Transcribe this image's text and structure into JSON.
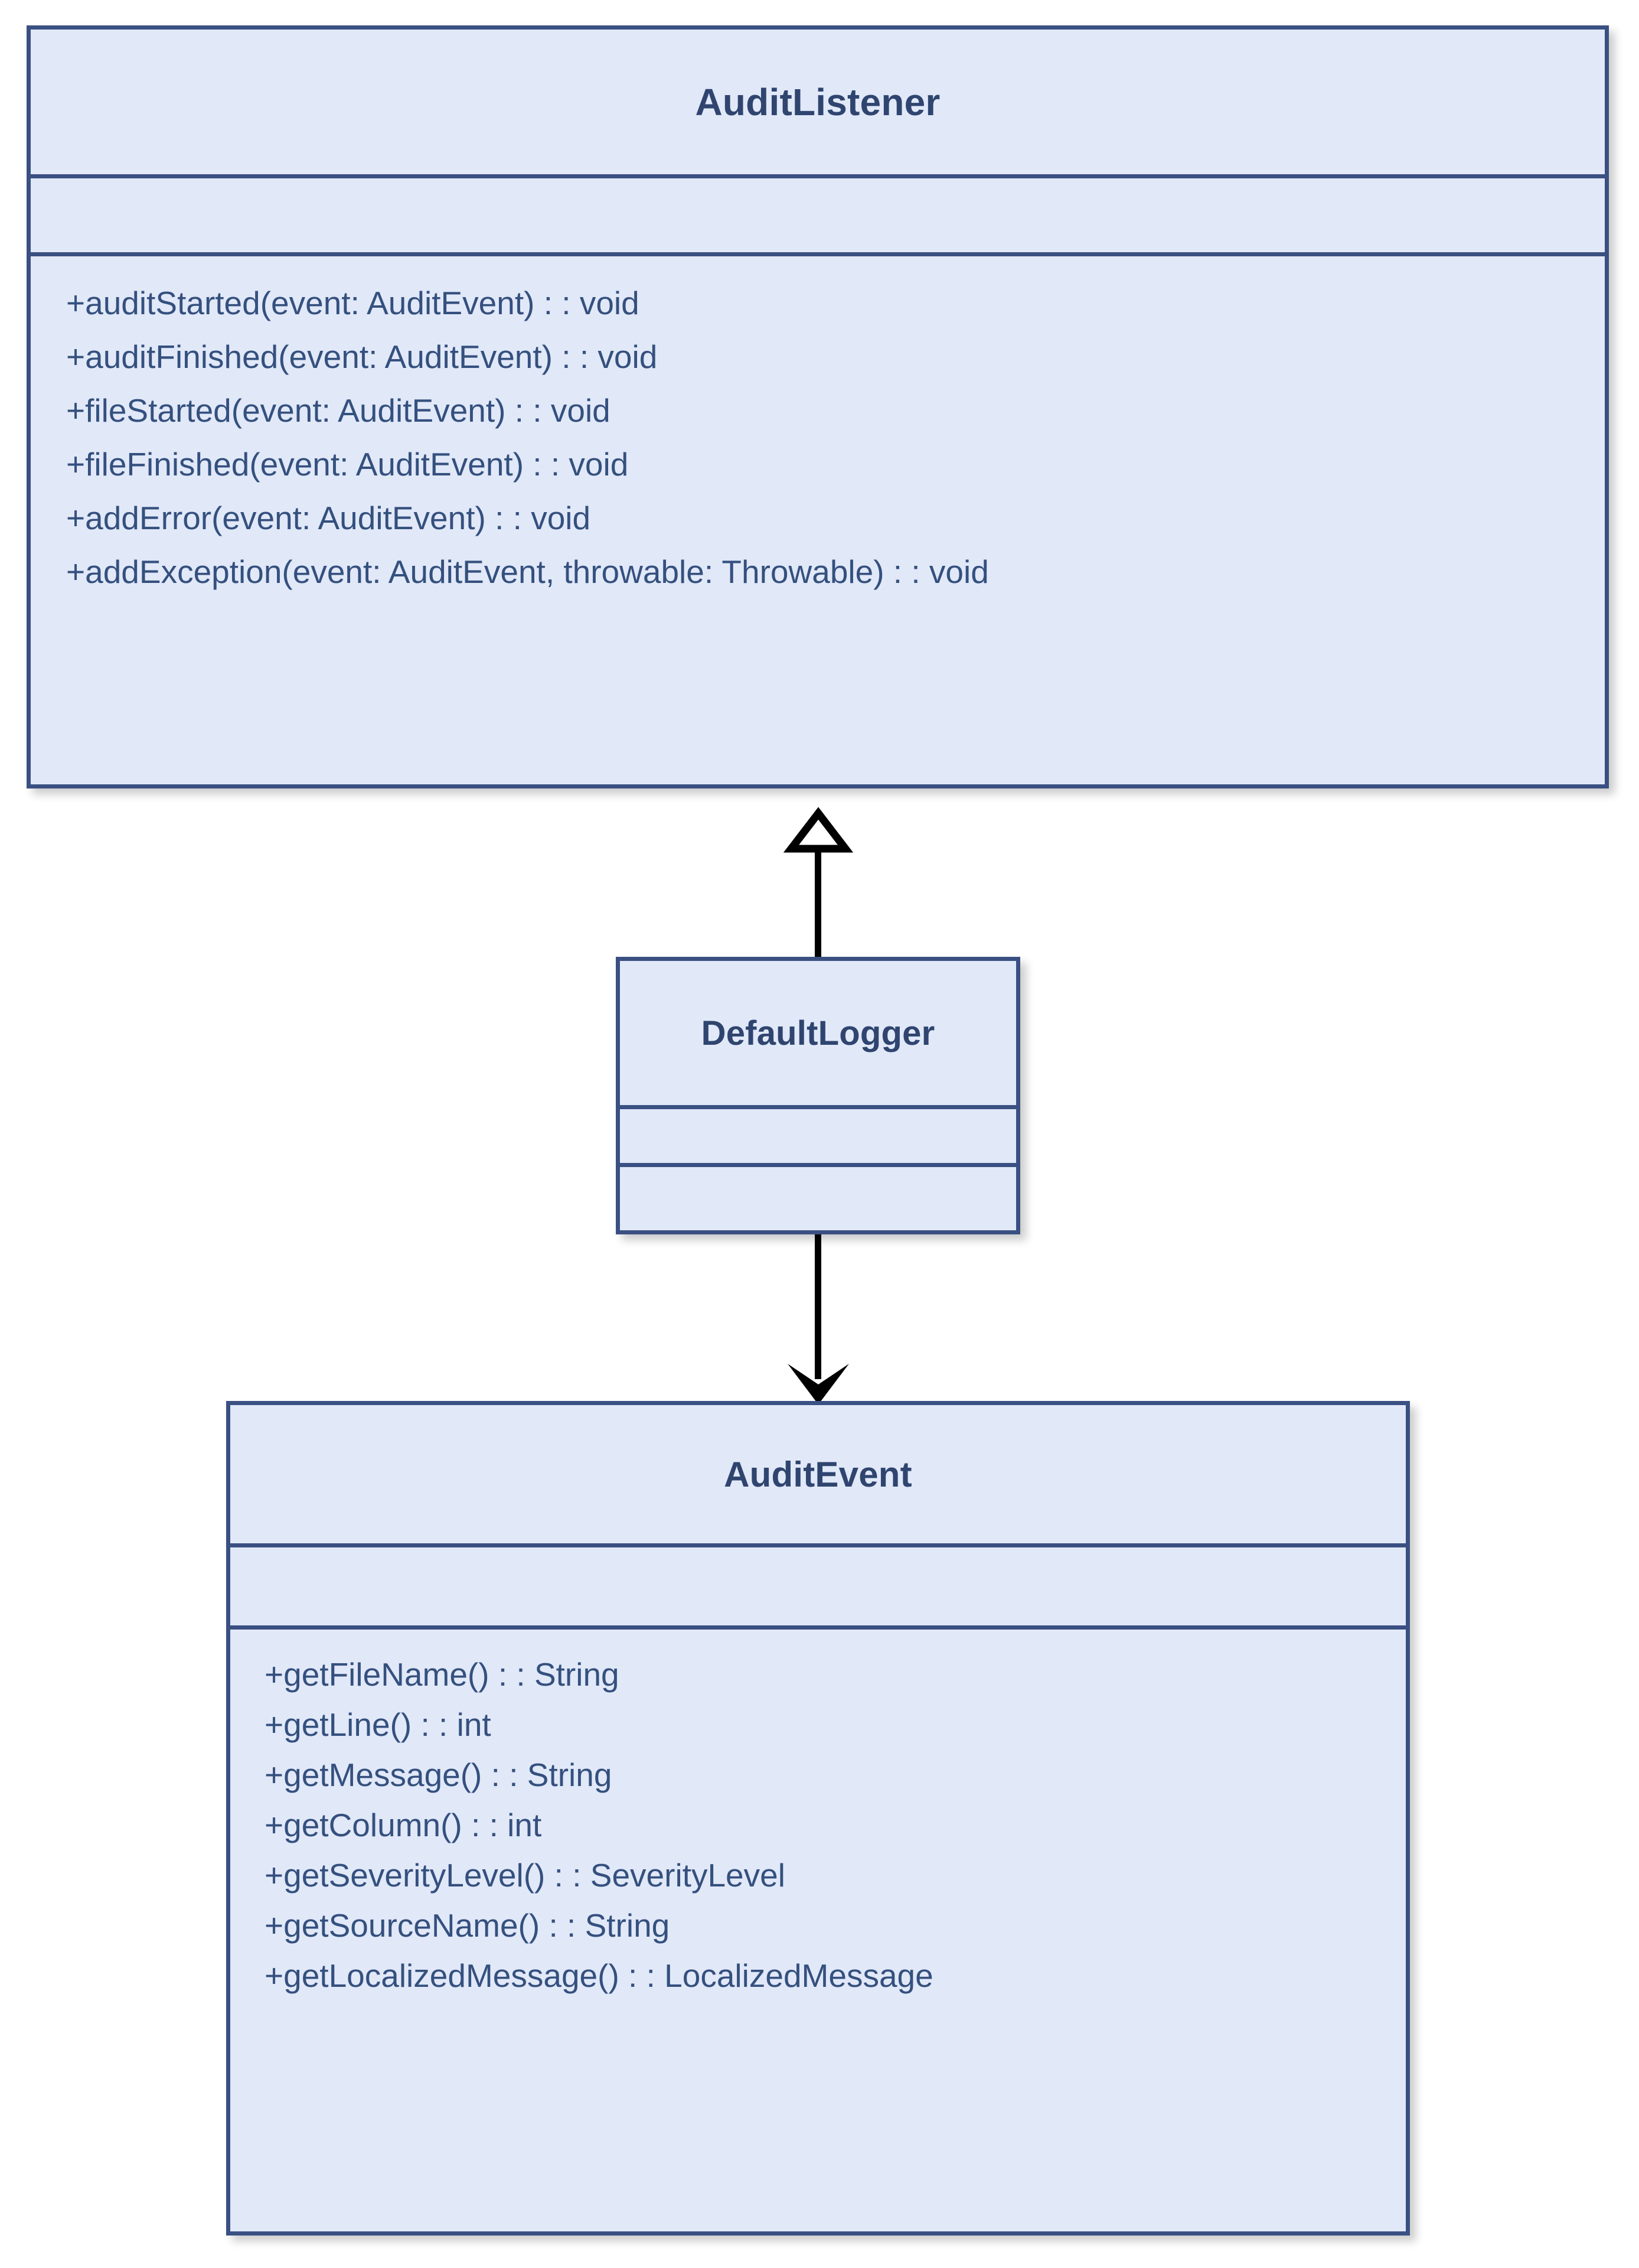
{
  "diagram": {
    "type": "uml-class-diagram",
    "background_color": "#ffffff",
    "class_fill_color": "#e1e8f8",
    "class_border_color": "#3a5082",
    "title_text_color": "#2f456f",
    "member_text_color": "#34507e",
    "connector_color": "#000000"
  },
  "classes": [
    {
      "id": "audit-listener",
      "name": "AuditListener",
      "attributes": [],
      "methods": [
        "+auditStarted(event: AuditEvent) : : void",
        "+auditFinished(event: AuditEvent) : : void",
        "+fileStarted(event: AuditEvent) : : void",
        "+fileFinished(event: AuditEvent) : : void",
        "+addError(event: AuditEvent) : : void",
        "+addException(event: AuditEvent, throwable: Throwable) : : void"
      ]
    },
    {
      "id": "default-logger",
      "name": "DefaultLogger",
      "attributes": [],
      "methods": []
    },
    {
      "id": "audit-event",
      "name": "AuditEvent",
      "attributes": [],
      "methods": [
        "+getFileName() : : String",
        "+getLine() : : int",
        "+getMessage() : : String",
        "+getColumn() : : int",
        "+getSeverityLevel() : : SeverityLevel",
        "+getSourceName() : : String",
        "+getLocalizedMessage() : : LocalizedMessage"
      ]
    }
  ],
  "relationships": [
    {
      "id": "generalization",
      "from": "default-logger",
      "to": "audit-listener",
      "arrowhead": "hollow-triangle",
      "direction": "up",
      "label": ""
    },
    {
      "id": "association",
      "from": "default-logger",
      "to": "audit-event",
      "arrowhead": "solid-open-arrow",
      "direction": "down",
      "label": ""
    }
  ]
}
